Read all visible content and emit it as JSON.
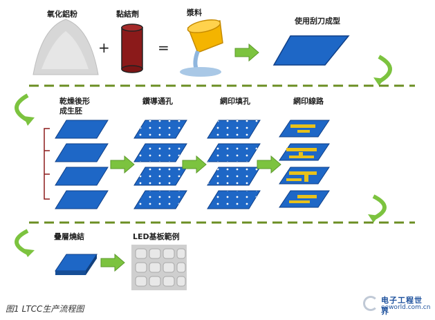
{
  "labels": {
    "powder": "氧化鋁粉",
    "binder": "黏結劑",
    "slurry": "漿料",
    "tape_cast": "使用刮刀成型",
    "dry_green_1": "乾燥後形",
    "dry_green_2": "成生胚",
    "via_punch": "鑽導通孔",
    "via_fill": "網印填孔",
    "print_lines": "網印線路",
    "laminate_fire": "疊層燒結",
    "led_example": "LED基板範例"
  },
  "operators": {
    "plus": "+",
    "equals": "="
  },
  "caption": "图1 LTCC生产流程图",
  "watermark": {
    "name": "电子工程世界",
    "url": "eeworld.com.cn"
  },
  "colors": {
    "sheet_blue": "#1e67c6",
    "arrow_green": "#7cc33f",
    "dash_green": "#6b8e23",
    "gold": "#e8c11a",
    "binder_red": "#8b1a1a",
    "slurry_yellow": "#f4b400"
  }
}
